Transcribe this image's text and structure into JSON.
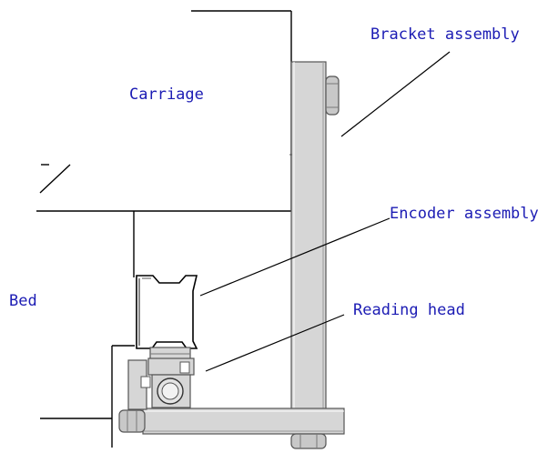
{
  "labels": {
    "bracket_assembly": "Bracket assembly",
    "carriage": "Carriage",
    "encoder_assembly": "Encoder assembly",
    "bed": "Bed",
    "reading_head": "Reading head"
  },
  "colors": {
    "label_text": "#1c1cb4",
    "outline": "#000000",
    "part_fill": "#d6d6d6",
    "part_stroke": "#555555",
    "background": "#ffffff"
  }
}
